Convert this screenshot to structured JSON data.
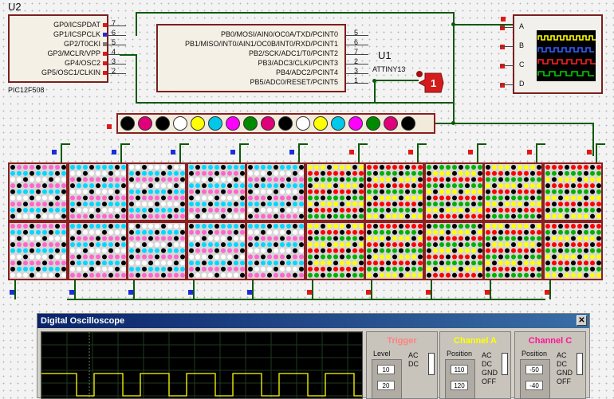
{
  "u2": {
    "ref": "U2",
    "part": "PIC12F508",
    "pins": [
      {
        "label": "GP0/ICSPDAT",
        "num": "7"
      },
      {
        "label": "GP1/ICSPCLK",
        "num": "6"
      },
      {
        "label": "GP2/T0CKI",
        "num": "5"
      },
      {
        "label": "GP3/MCLR/VPP",
        "num": "4"
      },
      {
        "label": "GP4/OSC2",
        "num": "3"
      },
      {
        "label": "GP5/OSC1/CLKIN",
        "num": "2"
      }
    ]
  },
  "u1": {
    "ref": "U1",
    "part": "ATTINY13",
    "pins": [
      {
        "label": "PB0/MOSI/AIN0/OC0A/TXD/PCINT0",
        "num": "5"
      },
      {
        "label": "PB1/MISO/INT0/AIN1/OC0B/INT0/RXD/PCINT1",
        "num": "6"
      },
      {
        "label": "PB2/SCK/ADC1/T0/PCINT2",
        "num": "7"
      },
      {
        "label": "PB3/ADC3/CLKI/PCINT3",
        "num": "2"
      },
      {
        "label": "PB4/ADC2/PCINT4",
        "num": "3"
      },
      {
        "label": "PB5/ADC0/RESET/PCINT5",
        "num": "1"
      }
    ]
  },
  "probe": {
    "label": "1",
    "color": "#e02020"
  },
  "led_bar": {
    "colors": [
      "#000000",
      "#e0007a",
      "#000000",
      "#ffffff",
      "#ffff00",
      "#00c8e8",
      "#ff00ff",
      "#008a00",
      "#e0007a",
      "#000000",
      "#ffffff",
      "#ffff00",
      "#00c8e8",
      "#ff00ff",
      "#008a00",
      "#e0007a",
      "#000000"
    ]
  },
  "matrix_palettes": [
    [
      "#ff66cc",
      "#00d8ff",
      "#ffffff"
    ],
    [
      "#ff66cc",
      "#00d8ff",
      "#ffffff"
    ],
    [
      "#00d8ff",
      "#ff66cc",
      "#ffffff"
    ],
    [
      "#00d8ff",
      "#ff66cc",
      "#ffffff"
    ],
    [
      "#ff66cc",
      "#00d8ff",
      "#ffffff"
    ],
    [
      "#ff0000",
      "#00b000",
      "#ffff00"
    ],
    [
      "#ff0000",
      "#00b000",
      "#ffff00"
    ],
    [
      "#ff0000",
      "#00b000",
      "#ffff00"
    ],
    [
      "#ff0000",
      "#00b000",
      "#ffff00"
    ],
    [
      "#ff0000",
      "#00b000",
      "#ffff00"
    ]
  ],
  "osc_block": {
    "channels": [
      "A",
      "B",
      "C",
      "D"
    ],
    "trace_colors": [
      "#ffff00",
      "#3060ff",
      "#ff2020",
      "#00d000"
    ]
  },
  "scope": {
    "title": "Digital Oscilloscope",
    "close": "✕",
    "panels": [
      {
        "title": "Trigger",
        "title_color": "#ff8080",
        "caption": "Level",
        "val_top": "10",
        "val_bot": "20",
        "modes": [
          "AC",
          "DC"
        ]
      },
      {
        "title": "Channel A",
        "title_color": "#ffff00",
        "caption": "Position",
        "val_top": "110",
        "val_bot": "120",
        "modes": [
          "AC",
          "DC",
          "GND",
          "OFF"
        ]
      },
      {
        "title": "Channel C",
        "title_color": "#ff1493",
        "caption": "Position",
        "val_top": "-50",
        "val_bot": "-40",
        "modes": [
          "AC",
          "DC",
          "GND",
          "OFF"
        ]
      }
    ]
  }
}
